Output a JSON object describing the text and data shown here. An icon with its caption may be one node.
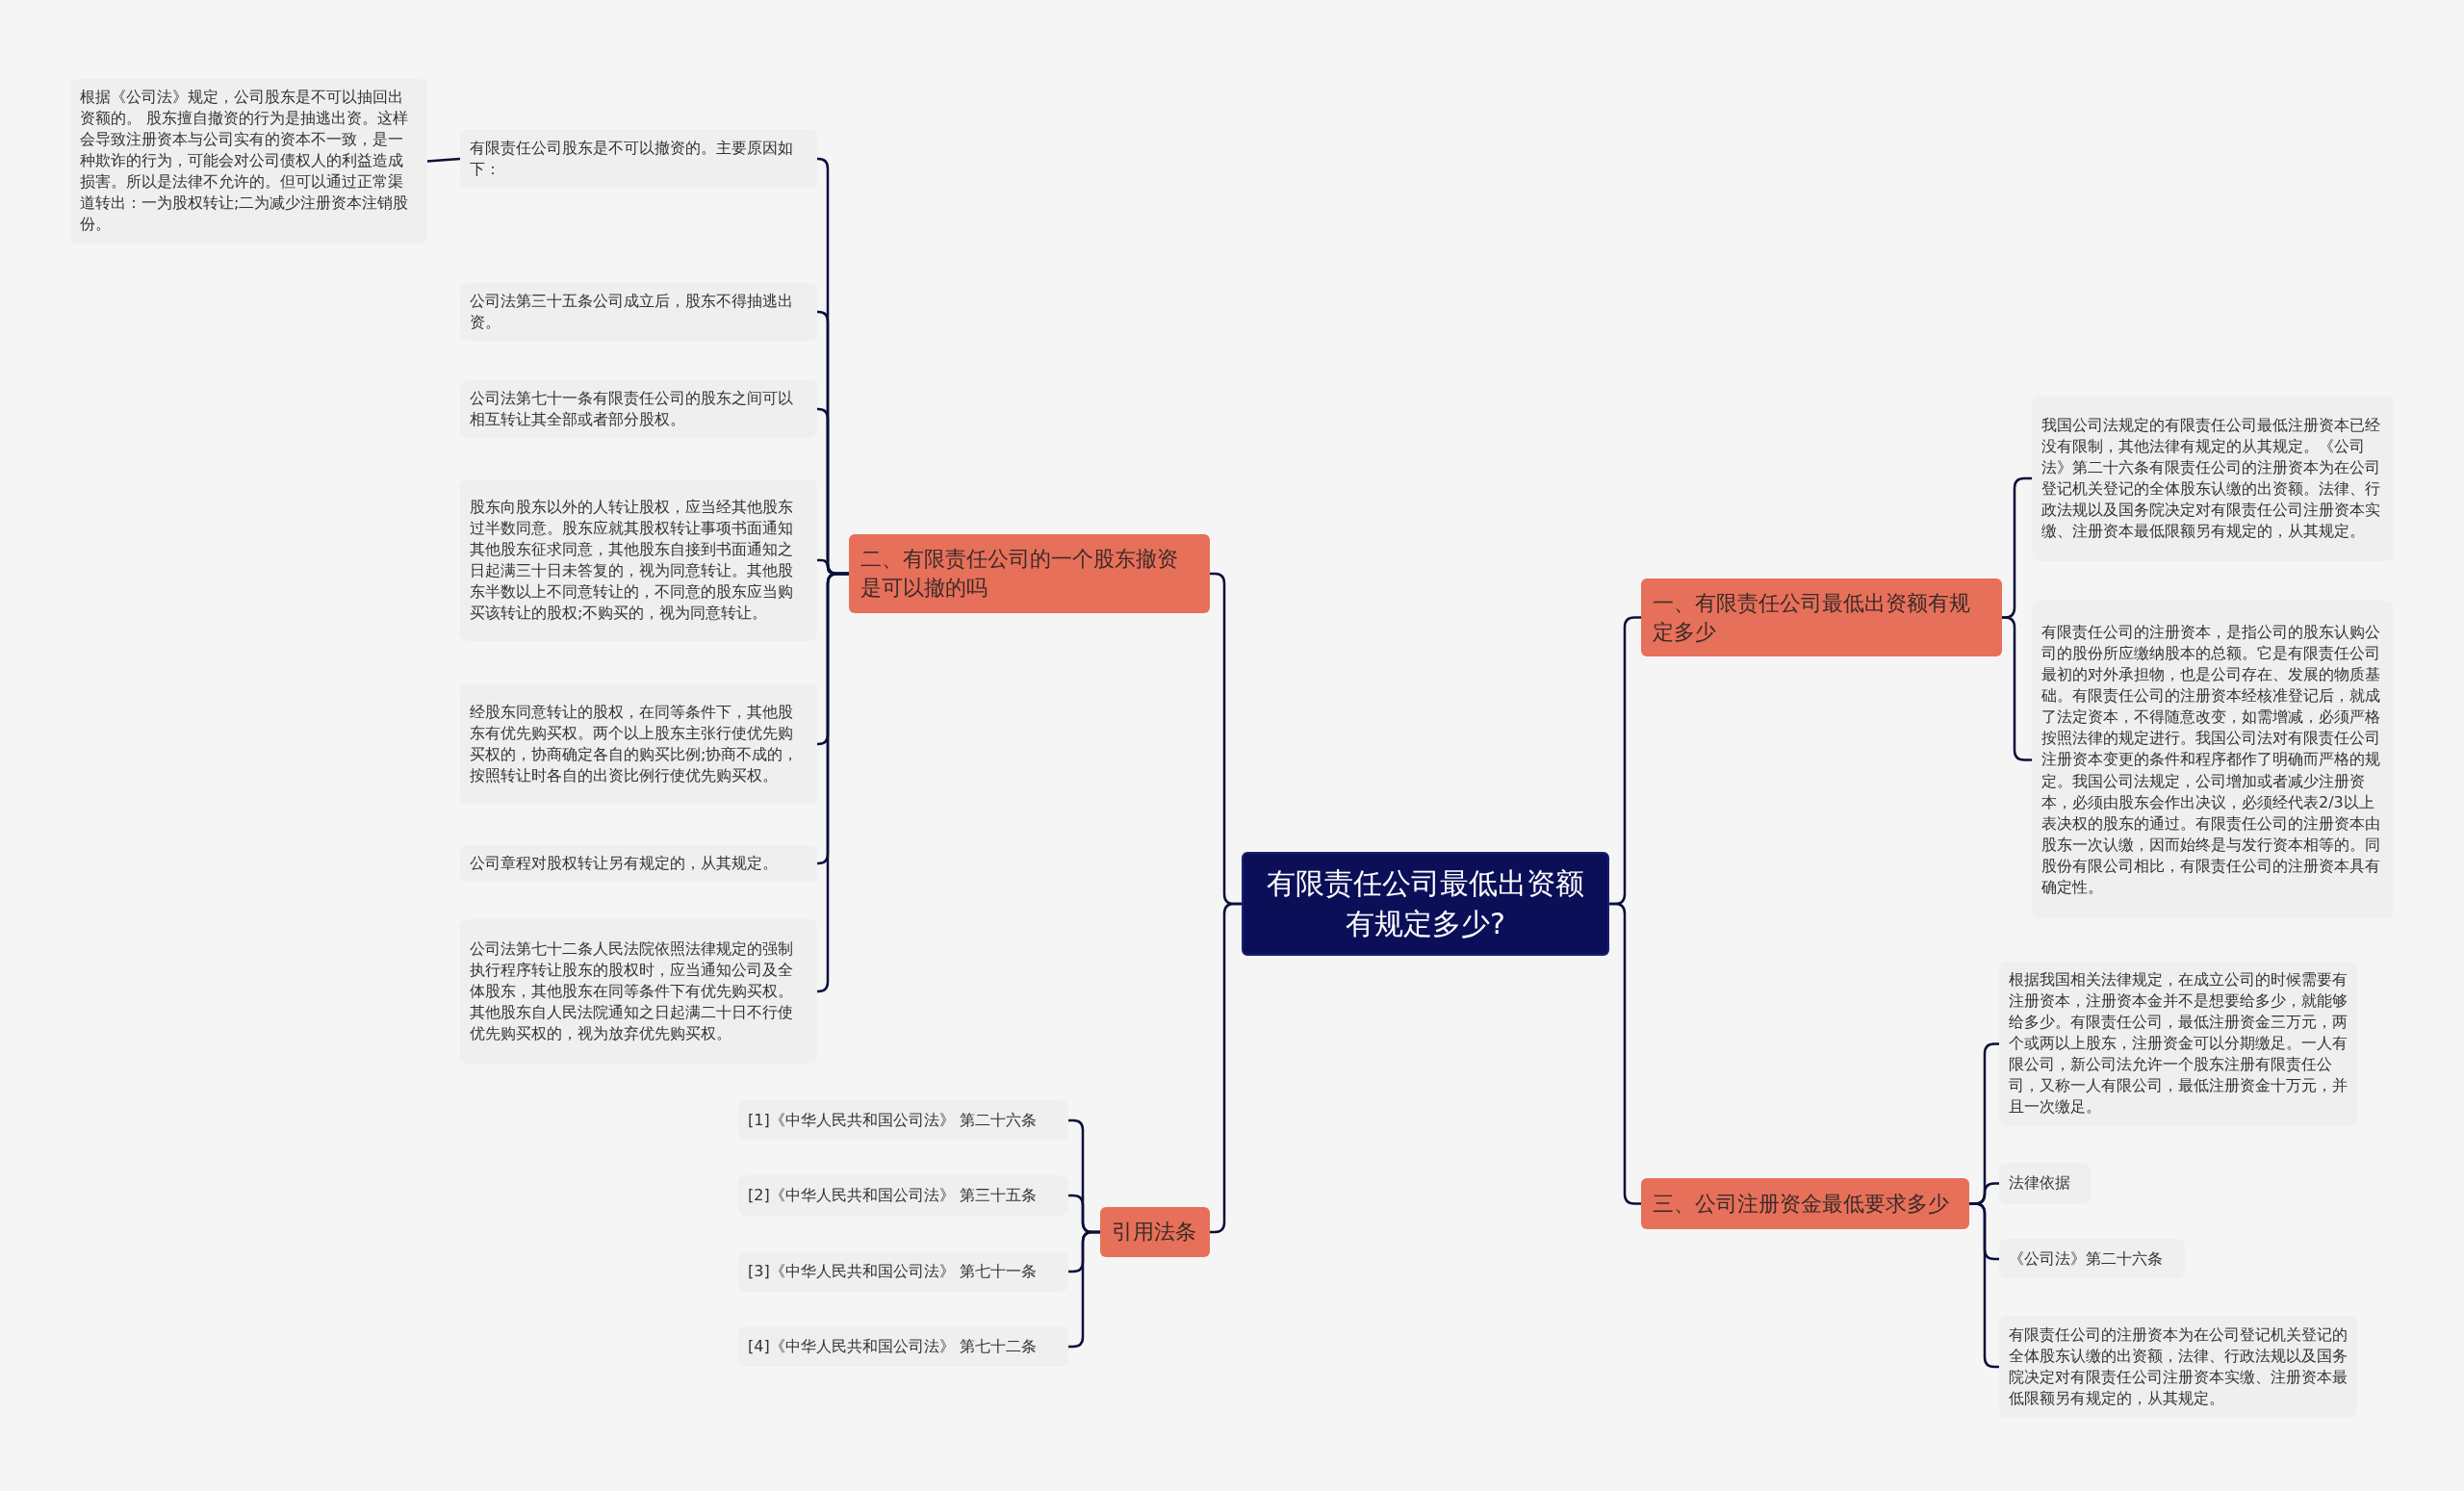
{
  "diagram": {
    "nodes": [
      {
        "text": [
          "有限责任公司最低出资额有规定多少?"
        ]
      },
      {
        "text": [
          "一、有限责任公司最低出资额有规定多少"
        ]
      },
      {
        "text": [
          "我国公司法规定的有限责任公司最低注册资本已经没有限制，其他法律有规定的从其规定。《公司法》第二十六条有限责任公司的注册资本为在公司登记机关登记的全体股东认缴的出资额。法律、行政法规以及国务院决定对有限责任公司注册资本实缴、注册资本最低限额另有规定的，从其规定。"
        ]
      },
      {
        "text": [
          "有限责任公司的注册资本，是指公司的股东认购公司的股份所应缴纳股本的总额。它是有限责任公司最初的对外承担物，也是公司存在、发展的物质基础。有限责任公司的注册资本经核准登记后，就成了法定资本，不得随意改变，如需增减，必须严格按照法律的规定进行。我国公司法对有限责任公司注册资本变更的条件和程序都作了明确而严格的规定。我国公司法规定，公司增加或者减少注册资本，必须由股东会作出决议，必须经代表2/3以上表决权的股东的通过。有限责任公司的注册资本由股东一次认缴，因而始终是与发行资本相等的。同股份有限公司相比，有限责任公司的注册资本具有确定性。"
        ]
      },
      {
        "text": [
          "三、公司注册资金最低要求多少"
        ]
      },
      {
        "text": [
          "根据我国相关法律规定，在成立公司的时候需要有注册资本，注册资本金并不是想要给多少，就能够给多少。有限责任公司，最低注册资金三万元，两个或两以上股东，注册资金可以分期缴足。一人有限公司，新公司法允许一个股东注册有限责任公司，又称一人有限公司，最低注册资金十万元，并且一次缴足。"
        ]
      },
      {
        "text": [
          "法律依据"
        ]
      },
      {
        "text": [
          "《公司法》第二十六条"
        ]
      },
      {
        "text": [
          "有限责任公司的注册资本为在公司登记机关登记的全体股东认缴的出资额，法律、行政法规以及国务院决定对有限责任公司注册资本实缴、注册资本最低限额另有规定的，从其规定。"
        ]
      },
      {
        "text": [
          "二、有限责任公司的一个股东撤资是可以撤的吗"
        ]
      },
      {
        "text": [
          "有限责任公司股东是不可以撤资的。主要原因如下："
        ]
      },
      {
        "text": [
          "根据《公司法》规定，公司股东是不可以抽回出资额的。 股东擅自撤资的行为是抽逃出资。这样会导致注册资本与公司实有的资本不一致，是一种欺诈的行为，可能会对公司债权人的利益造成损害。所以是法律不允许的。但可以通过正常渠道转出：一为股权转让;二为减少注册资本注销股份。"
        ]
      },
      {
        "text": [
          "公司法第三十五条公司成立后，股东不得抽逃出资。"
        ]
      },
      {
        "text": [
          "公司法第七十一条有限责任公司的股东之间可以相互转让其全部或者部分股权。"
        ]
      },
      {
        "text": [
          "股东向股东以外的人转让股权，应当经其他股东过半数同意。股东应就其股权转让事项书面通知其他股东征求同意，其他股东自接到书面通知之日起满三十日未答复的，视为同意转让。其他股东半数以上不同意转让的，不同意的股东应当购买该转让的股权;不购买的，视为同意转让。"
        ]
      },
      {
        "text": [
          "经股东同意转让的股权，在同等条件下，其他股东有优先购买权。两个以上股东主张行使优先购买权的，协商确定各自的购买比例;协商不成的，按照转让时各自的出资比例行使优先购买权。"
        ]
      },
      {
        "text": [
          "公司章程对股权转让另有规定的，从其规定。"
        ]
      },
      {
        "text": [
          "公司法第七十二条人民法院依照法律规定的强制执行程序转让股东的股权时，应当通知公司及全体股东，其他股东在同等条件下有优先购买权。其他股东自人民法院通知之日起满二十日不行使优先购买权的，视为放弃优先购买权。"
        ]
      },
      {
        "text": [
          "引用法条"
        ]
      },
      {
        "text": [
          "[1]《中华人民共和国公司法》 第二十六条"
        ]
      },
      {
        "text": [
          "[2]《中华人民共和国公司法》 第三十五条"
        ]
      },
      {
        "text": [
          "[3]《中华人民共和国公司法》 第七十一条"
        ]
      },
      {
        "text": [
          "[4]《中华人民共和国公司法》 第七十二条"
        ]
      }
    ],
    "edges": [
      {
        "from": 0,
        "to": 1,
        "arrow": "none"
      },
      {
        "from": 1,
        "to": 2,
        "arrow": "none"
      },
      {
        "from": 1,
        "to": 3,
        "arrow": "none"
      },
      {
        "from": 0,
        "to": 4,
        "arrow": "none"
      },
      {
        "from": 4,
        "to": 5,
        "arrow": "none"
      },
      {
        "from": 4,
        "to": 6,
        "arrow": "none"
      },
      {
        "from": 4,
        "to": 7,
        "arrow": "none"
      },
      {
        "from": 4,
        "to": 8,
        "arrow": "none"
      },
      {
        "from": 0,
        "to": 9,
        "arrow": "none"
      },
      {
        "from": 9,
        "to": 10,
        "arrow": "none"
      },
      {
        "from": 10,
        "to": 11,
        "arrow": "none"
      },
      {
        "from": 9,
        "to": 12,
        "arrow": "none"
      },
      {
        "from": 9,
        "to": 13,
        "arrow": "none"
      },
      {
        "from": 9,
        "to": 14,
        "arrow": "none"
      },
      {
        "from": 9,
        "to": 15,
        "arrow": "none"
      },
      {
        "from": 9,
        "to": 16,
        "arrow": "none"
      },
      {
        "from": 9,
        "to": 17,
        "arrow": "none"
      },
      {
        "from": 0,
        "to": 18,
        "arrow": "none"
      },
      {
        "from": 18,
        "to": 19,
        "arrow": "none"
      },
      {
        "from": 18,
        "to": 20,
        "arrow": "none"
      },
      {
        "from": 18,
        "to": 21,
        "arrow": "none"
      },
      {
        "from": 18,
        "to": 22,
        "arrow": "none"
      }
    ]
  }
}
